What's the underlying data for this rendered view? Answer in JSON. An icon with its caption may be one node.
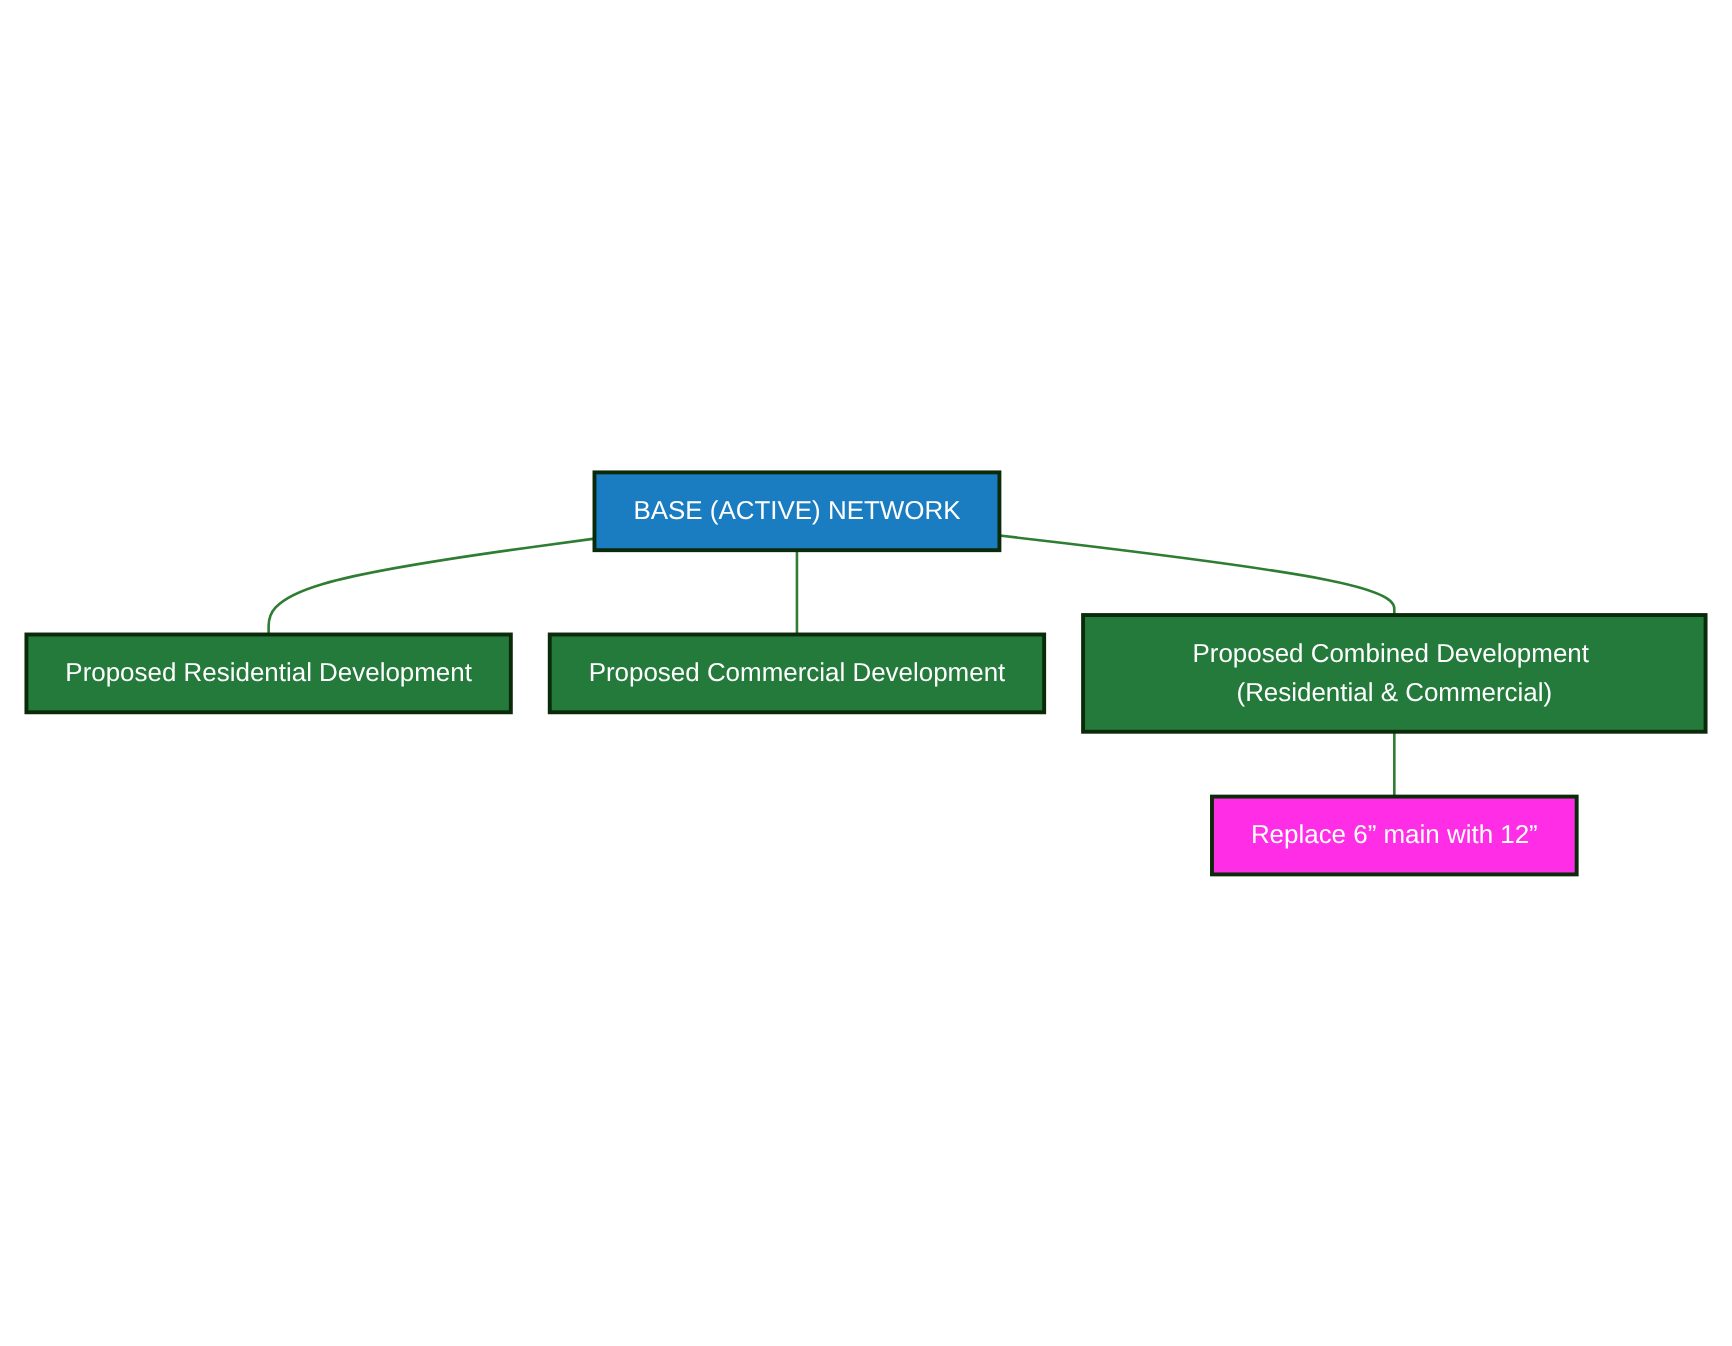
{
  "diagram": {
    "nodes": [
      {
        "text": [
          "BASE (ACTIVE) NETWORK"
        ]
      },
      {
        "text": [
          "Proposed Residential Development"
        ]
      },
      {
        "text": [
          "Proposed Commercial Development"
        ]
      },
      {
        "text": [
          "Proposed Combined Development (Residential & Commercial)"
        ]
      },
      {
        "text": [
          "Replace 6” main with 12”"
        ]
      }
    ],
    "edges": [
      {
        "from": 0,
        "to": 1,
        "arrow": "none"
      },
      {
        "from": 0,
        "to": 2,
        "arrow": "none"
      },
      {
        "from": 0,
        "to": 3,
        "arrow": "none"
      },
      {
        "from": 3,
        "to": 4,
        "arrow": "none"
      }
    ]
  }
}
